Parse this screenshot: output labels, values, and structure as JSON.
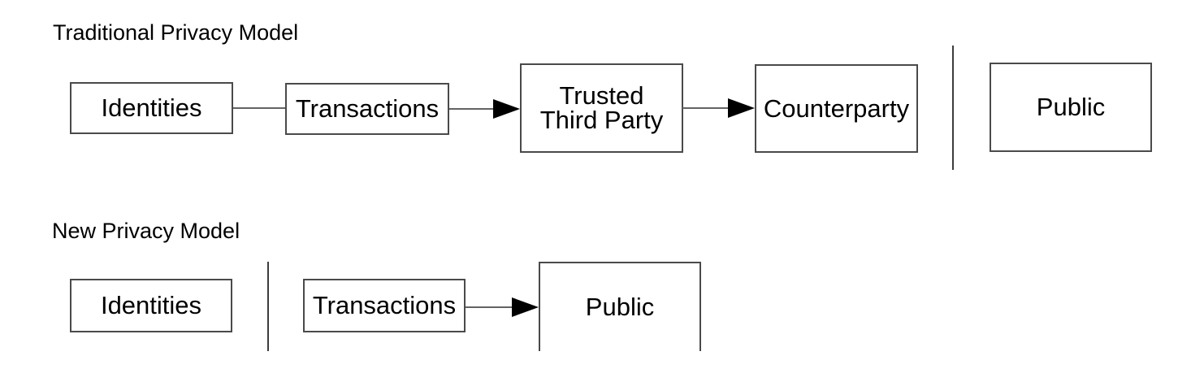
{
  "figure": {
    "colors": {
      "background": "#ffffff",
      "box_border": "#4a4a4a",
      "connector_line": "#636363",
      "divider_line": "#3d3d3d",
      "arrowhead": "#000000",
      "text": "#000000"
    }
  },
  "traditional_model": {
    "title": "Traditional Privacy Model",
    "boxes": {
      "identities": "Identities",
      "transactions": "Transactions",
      "trusted_third_party_line1": "Trusted",
      "trusted_third_party_line2": "Third Party",
      "counterparty": "Counterparty",
      "public": "Public"
    }
  },
  "new_model": {
    "title": "New Privacy Model",
    "boxes": {
      "identities": "Identities",
      "transactions": "Transactions",
      "public": "Public"
    }
  }
}
